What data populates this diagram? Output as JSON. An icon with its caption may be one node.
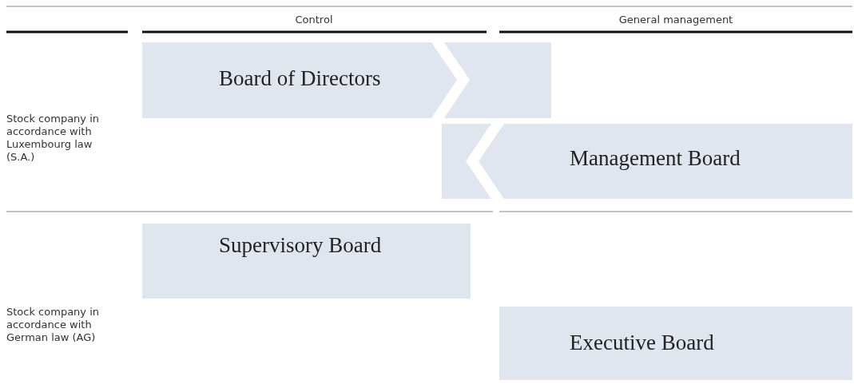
{
  "diagram": {
    "nodes": [
      {
        "text": [
          "Board of Directors"
        ]
      },
      {
        "text": [
          "Management Board"
        ]
      },
      {
        "text": [
          "Supervisory Board"
        ]
      },
      {
        "text": [
          "Executive Board"
        ]
      }
    ],
    "labels": [
      "Control",
      "General management",
      "Stock company in accordance with Luxembourg law (S.A.)",
      "Stock company in accordance with German law (AG)"
    ]
  }
}
